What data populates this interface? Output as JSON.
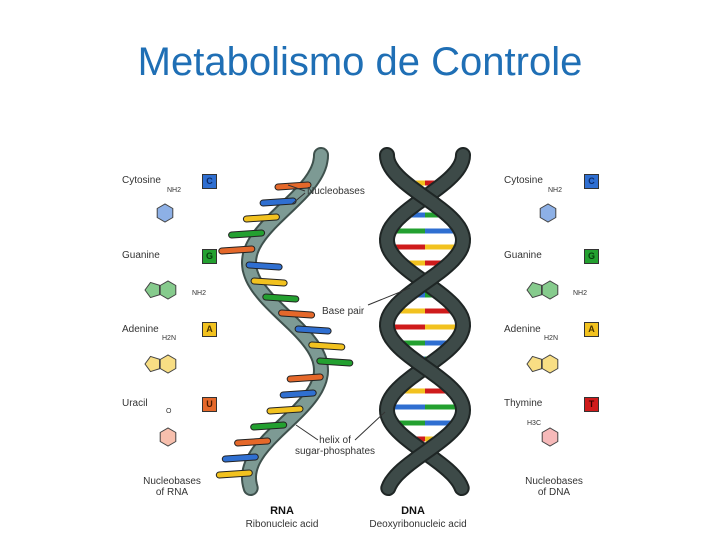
{
  "title": "Metabolismo de Controle",
  "colors": {
    "title": "#1f6fb5",
    "cytosine": "#2f6fd1",
    "guanine": "#23a030",
    "adenine": "#f2c21f",
    "uracil": "#e5682a",
    "thymine": "#cf1b1b",
    "rna_backbone": "#7d9a94",
    "dna_backbone": "#3d4a48"
  },
  "left": {
    "bases": [
      {
        "name": "Cytosine",
        "letter": "C",
        "color": "#2f6fd1",
        "group": "NH2"
      },
      {
        "name": "Guanine",
        "letter": "G",
        "color": "#23a030",
        "group": "NH2"
      },
      {
        "name": "Adenine",
        "letter": "A",
        "color": "#f2c21f",
        "group": "H2N"
      },
      {
        "name": "Uracil",
        "letter": "U",
        "color": "#e5682a",
        "group": "O"
      }
    ],
    "caption_line1": "Nucleobases",
    "caption_line2": "of RNA"
  },
  "right": {
    "bases": [
      {
        "name": "Cytosine",
        "letter": "C",
        "color": "#2f6fd1",
        "group": "NH2"
      },
      {
        "name": "Guanine",
        "letter": "G",
        "color": "#23a030",
        "group": "NH2"
      },
      {
        "name": "Adenine",
        "letter": "A",
        "color": "#f2c21f",
        "group": "H2N"
      },
      {
        "name": "Thymine",
        "letter": "T",
        "color": "#cf1b1b",
        "group": "H3C"
      }
    ],
    "caption_line1": "Nucleobases",
    "caption_line2": "of DNA"
  },
  "annotations": {
    "nucleobases": "Nucleobases",
    "base_pair": "Base pair",
    "helix_line1": "helix of",
    "helix_line2": "sugar-phosphates"
  },
  "rna": {
    "label": "RNA",
    "full": "Ribonucleic acid"
  },
  "dna": {
    "label": "DNA",
    "full": "Deoxyribonucleic acid"
  }
}
